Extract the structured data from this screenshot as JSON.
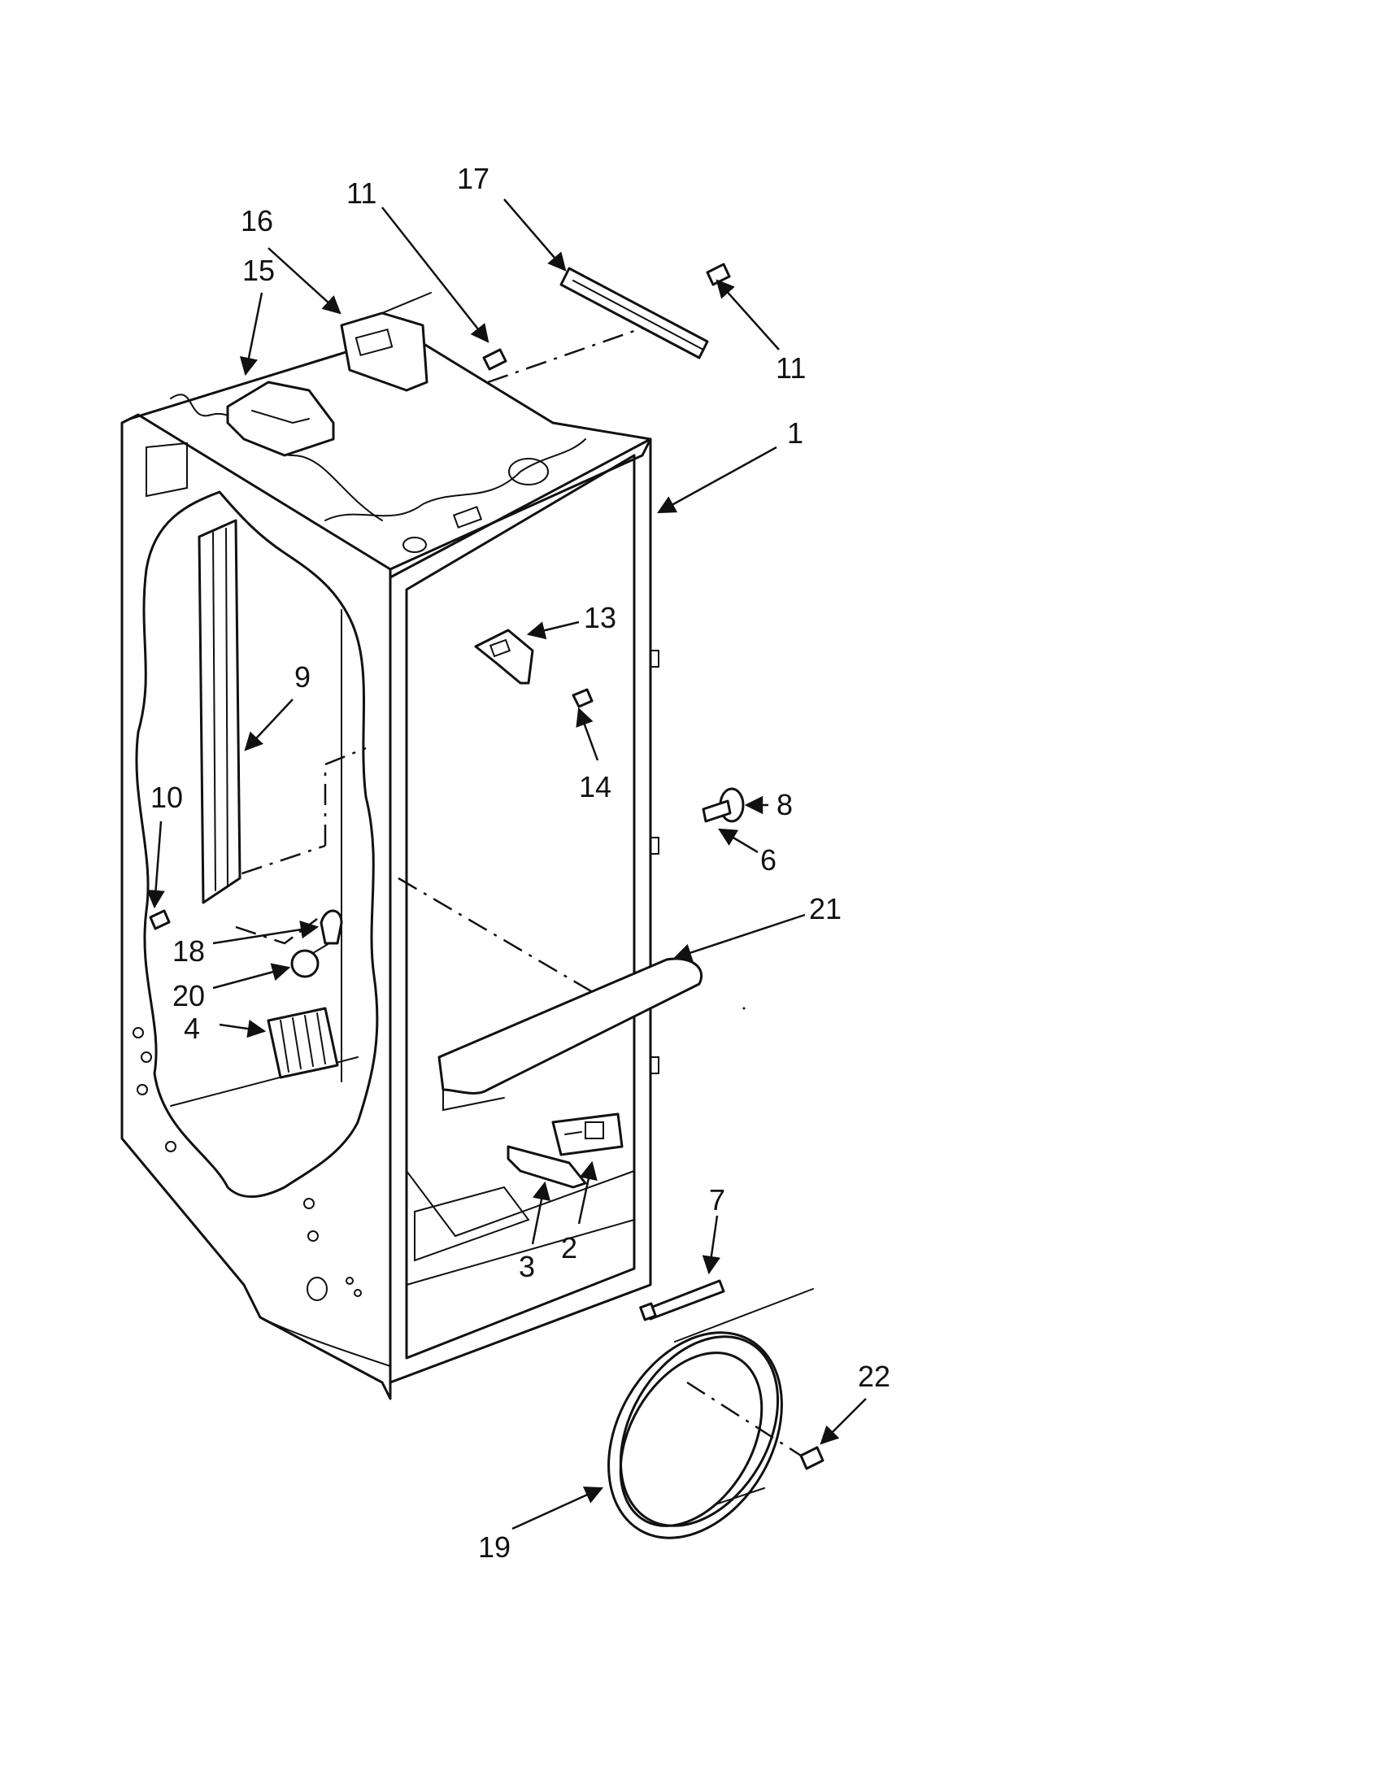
{
  "diagram": {
    "callouts": [
      {
        "id": "1",
        "label": "1"
      },
      {
        "id": "2",
        "label": "2"
      },
      {
        "id": "3",
        "label": "3"
      },
      {
        "id": "4",
        "label": "4"
      },
      {
        "id": "6",
        "label": "6"
      },
      {
        "id": "7",
        "label": "7"
      },
      {
        "id": "8",
        "label": "8"
      },
      {
        "id": "9",
        "label": "9"
      },
      {
        "id": "10",
        "label": "10"
      },
      {
        "id": "11a",
        "label": "11"
      },
      {
        "id": "11b",
        "label": "11"
      },
      {
        "id": "13",
        "label": "13"
      },
      {
        "id": "14",
        "label": "14"
      },
      {
        "id": "15",
        "label": "15"
      },
      {
        "id": "16",
        "label": "16"
      },
      {
        "id": "17",
        "label": "17"
      },
      {
        "id": "18",
        "label": "18"
      },
      {
        "id": "19",
        "label": "19"
      },
      {
        "id": "20",
        "label": "20"
      },
      {
        "id": "21",
        "label": "21"
      },
      {
        "id": "22",
        "label": "22"
      }
    ]
  }
}
